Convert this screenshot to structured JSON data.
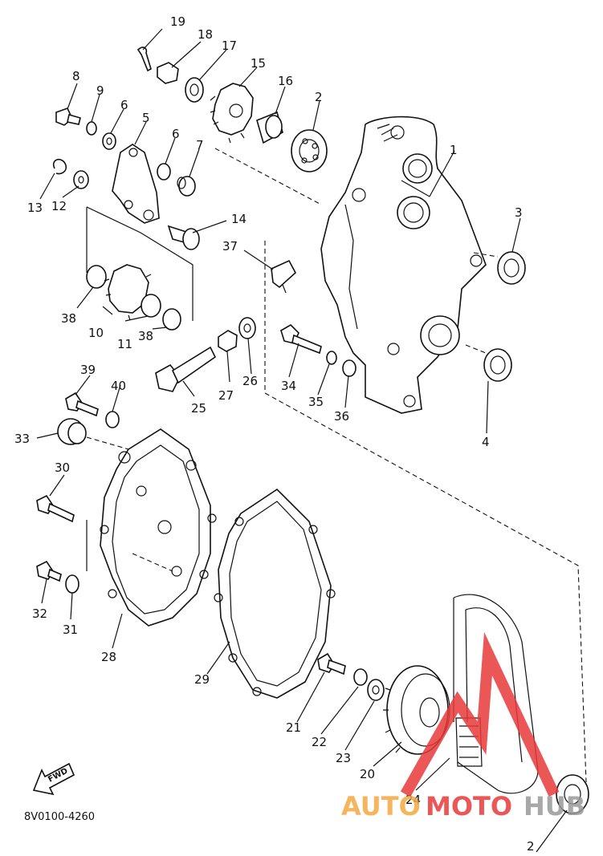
{
  "diagram": {
    "part_code": "8V0100-4260",
    "fwd_label": "FWD",
    "callouts": [
      {
        "id": "c1",
        "text": "1"
      },
      {
        "id": "c2a",
        "text": "2"
      },
      {
        "id": "c2b",
        "text": "2"
      },
      {
        "id": "c3",
        "text": "3"
      },
      {
        "id": "c4",
        "text": "4"
      },
      {
        "id": "c5",
        "text": "5"
      },
      {
        "id": "c6a",
        "text": "6"
      },
      {
        "id": "c6b",
        "text": "6"
      },
      {
        "id": "c7",
        "text": "7"
      },
      {
        "id": "c8",
        "text": "8"
      },
      {
        "id": "c9",
        "text": "9"
      },
      {
        "id": "c10",
        "text": "10"
      },
      {
        "id": "c11",
        "text": "11"
      },
      {
        "id": "c12",
        "text": "12"
      },
      {
        "id": "c13",
        "text": "13"
      },
      {
        "id": "c14",
        "text": "14"
      },
      {
        "id": "c15",
        "text": "15"
      },
      {
        "id": "c16",
        "text": "16"
      },
      {
        "id": "c17",
        "text": "17"
      },
      {
        "id": "c18",
        "text": "18"
      },
      {
        "id": "c19",
        "text": "19"
      },
      {
        "id": "c20",
        "text": "20"
      },
      {
        "id": "c21",
        "text": "21"
      },
      {
        "id": "c22",
        "text": "22"
      },
      {
        "id": "c23",
        "text": "23"
      },
      {
        "id": "c24",
        "text": "24"
      },
      {
        "id": "c25",
        "text": "25"
      },
      {
        "id": "c26",
        "text": "26"
      },
      {
        "id": "c27",
        "text": "27"
      },
      {
        "id": "c28",
        "text": "28"
      },
      {
        "id": "c29",
        "text": "29"
      },
      {
        "id": "c30",
        "text": "30"
      },
      {
        "id": "c31",
        "text": "31"
      },
      {
        "id": "c32",
        "text": "32"
      },
      {
        "id": "c33",
        "text": "33"
      },
      {
        "id": "c34",
        "text": "34"
      },
      {
        "id": "c35",
        "text": "35"
      },
      {
        "id": "c36",
        "text": "36"
      },
      {
        "id": "c37",
        "text": "37"
      },
      {
        "id": "c38a",
        "text": "38"
      },
      {
        "id": "c38b",
        "text": "38"
      },
      {
        "id": "c39",
        "text": "39"
      },
      {
        "id": "c40",
        "text": "40"
      }
    ]
  },
  "watermark": {
    "part1": "AUTO",
    "part2": "MOTO",
    "part3": "HUB",
    "color_orange": "#f4a940",
    "color_red": "#e8393a",
    "color_grey": "#9a9a9a"
  }
}
